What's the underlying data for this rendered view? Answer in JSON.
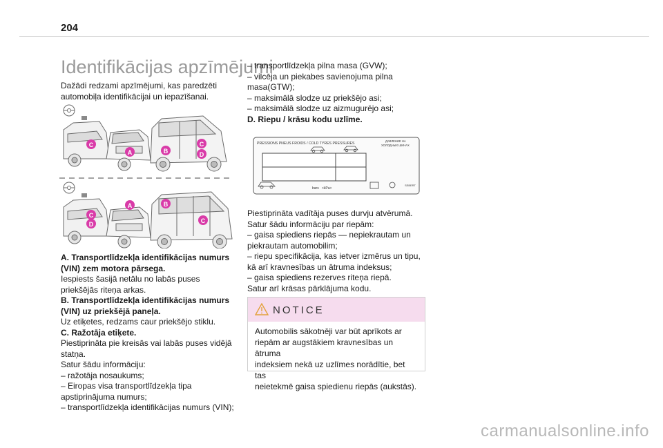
{
  "page": {
    "number": "204"
  },
  "section": {
    "title": "Identifikācijas apzīmējumi"
  },
  "intro": {
    "lines": [
      "Dažādi redzami apzīmējumi, kas paredzēti",
      "automobiļa identifikācijai un iepazīšanai."
    ]
  },
  "diagram": {
    "markers": {
      "a": "A",
      "b": "B",
      "c": "C",
      "d": "D"
    },
    "marker_color": "#d93ba8"
  },
  "left_text": {
    "lines": [
      {
        "text": "A. Transportlīdzekļa identifikācijas numurs",
        "bold": true
      },
      {
        "text": "(VIN) zem motora pārsega.",
        "bold": true
      },
      {
        "text": " Iespiests šasijā netālu no labās puses",
        "bold": false
      },
      {
        "text": "priekšējās riteņa arkas.",
        "bold": false
      },
      {
        "text": "B. Transportlīdzekļa identifikācijas numurs",
        "bold": true
      },
      {
        "text": "(VIN) uz priekšējā paneļa.",
        "bold": true
      },
      {
        "text": "Uz etiķetes, redzams caur priekšējo stiklu.",
        "bold": false
      },
      {
        "text": "C. Ražotāja etiķete.",
        "bold": true
      },
      {
        "text": "Piestiprināta pie kreisās vai labās puses vidējā",
        "bold": false
      },
      {
        "text": "statņa.",
        "bold": false
      },
      {
        "text": "Satur šādu informāciju:",
        "bold": false
      },
      {
        "text": "–  ražotāja nosaukums;",
        "bold": false
      },
      {
        "text": "–  Eiropas visa transportlīdzekļa tipa",
        "bold": false
      },
      {
        "text": "apstiprinājuma numurs;",
        "bold": false
      },
      {
        "text": "–  transportlīdzekļa identifikācijas numurs (VIN);",
        "bold": false
      }
    ]
  },
  "right_text_top": {
    "lines": [
      {
        "text": "–  transportlīdzekļa pilna masa (GVW);",
        "bold": false
      },
      {
        "text": "–  vilcēja un piekabes savienojuma pilna",
        "bold": false
      },
      {
        "text": "masa(GTW);",
        "bold": false
      },
      {
        "text": "–  maksimālā slodze uz priekšējo asi;",
        "bold": false
      },
      {
        "text": "–  maksimālā slodze uz aizmugurējo asi;",
        "bold": false
      },
      {
        "text": "D. Riepu / krāsu kodu uzlīme.",
        "bold": true
      }
    ]
  },
  "tyre_label": {
    "header": "PRESSIONS PNEUS FROIDS / COLD TYRES PRESSURES",
    "ru_1": "ДАВЛЕНИЕ НА",
    "ru_2": "ХОЛОДНЫХ ШИНАХ",
    "units": "bars",
    "units2": "<kPa>",
    "stamp": "SEBERT"
  },
  "right_text_bottom": {
    "lines": [
      {
        "text": "Piestiprināta vadītāja puses durvju atvērumā.",
        "bold": false
      },
      {
        "text": "Satur šādu informāciju par riepām:",
        "bold": false
      },
      {
        "text": "–  gaisa spiediens riepās — nepiekrautam un",
        "bold": false
      },
      {
        "text": "piekrautam automobilim;",
        "bold": false
      },
      {
        "text": "–  riepu specifikācija, kas ietver izmērus un tipu,",
        "bold": false
      },
      {
        "text": "kā arī kravnesības un ātruma indeksus;",
        "bold": false
      },
      {
        "text": "–  gaisa spiediens rezerves riteņa riepā.",
        "bold": false
      },
      {
        "text": "Satur arī krāsas pārklājuma kodu.",
        "bold": false
      }
    ]
  },
  "notice": {
    "title": "NOTICE",
    "lines": [
      "Automobilis sākotnēji var būt aprīkots ar",
      "riepām ar augstākiem kravnesības un ātruma",
      "indeksiem nekā uz uzlīmes norādītie, bet tas",
      "neietekmē gaisa spiedienu riepās (aukstās)."
    ]
  },
  "footer": {
    "url": "carmanualsonline.info"
  }
}
